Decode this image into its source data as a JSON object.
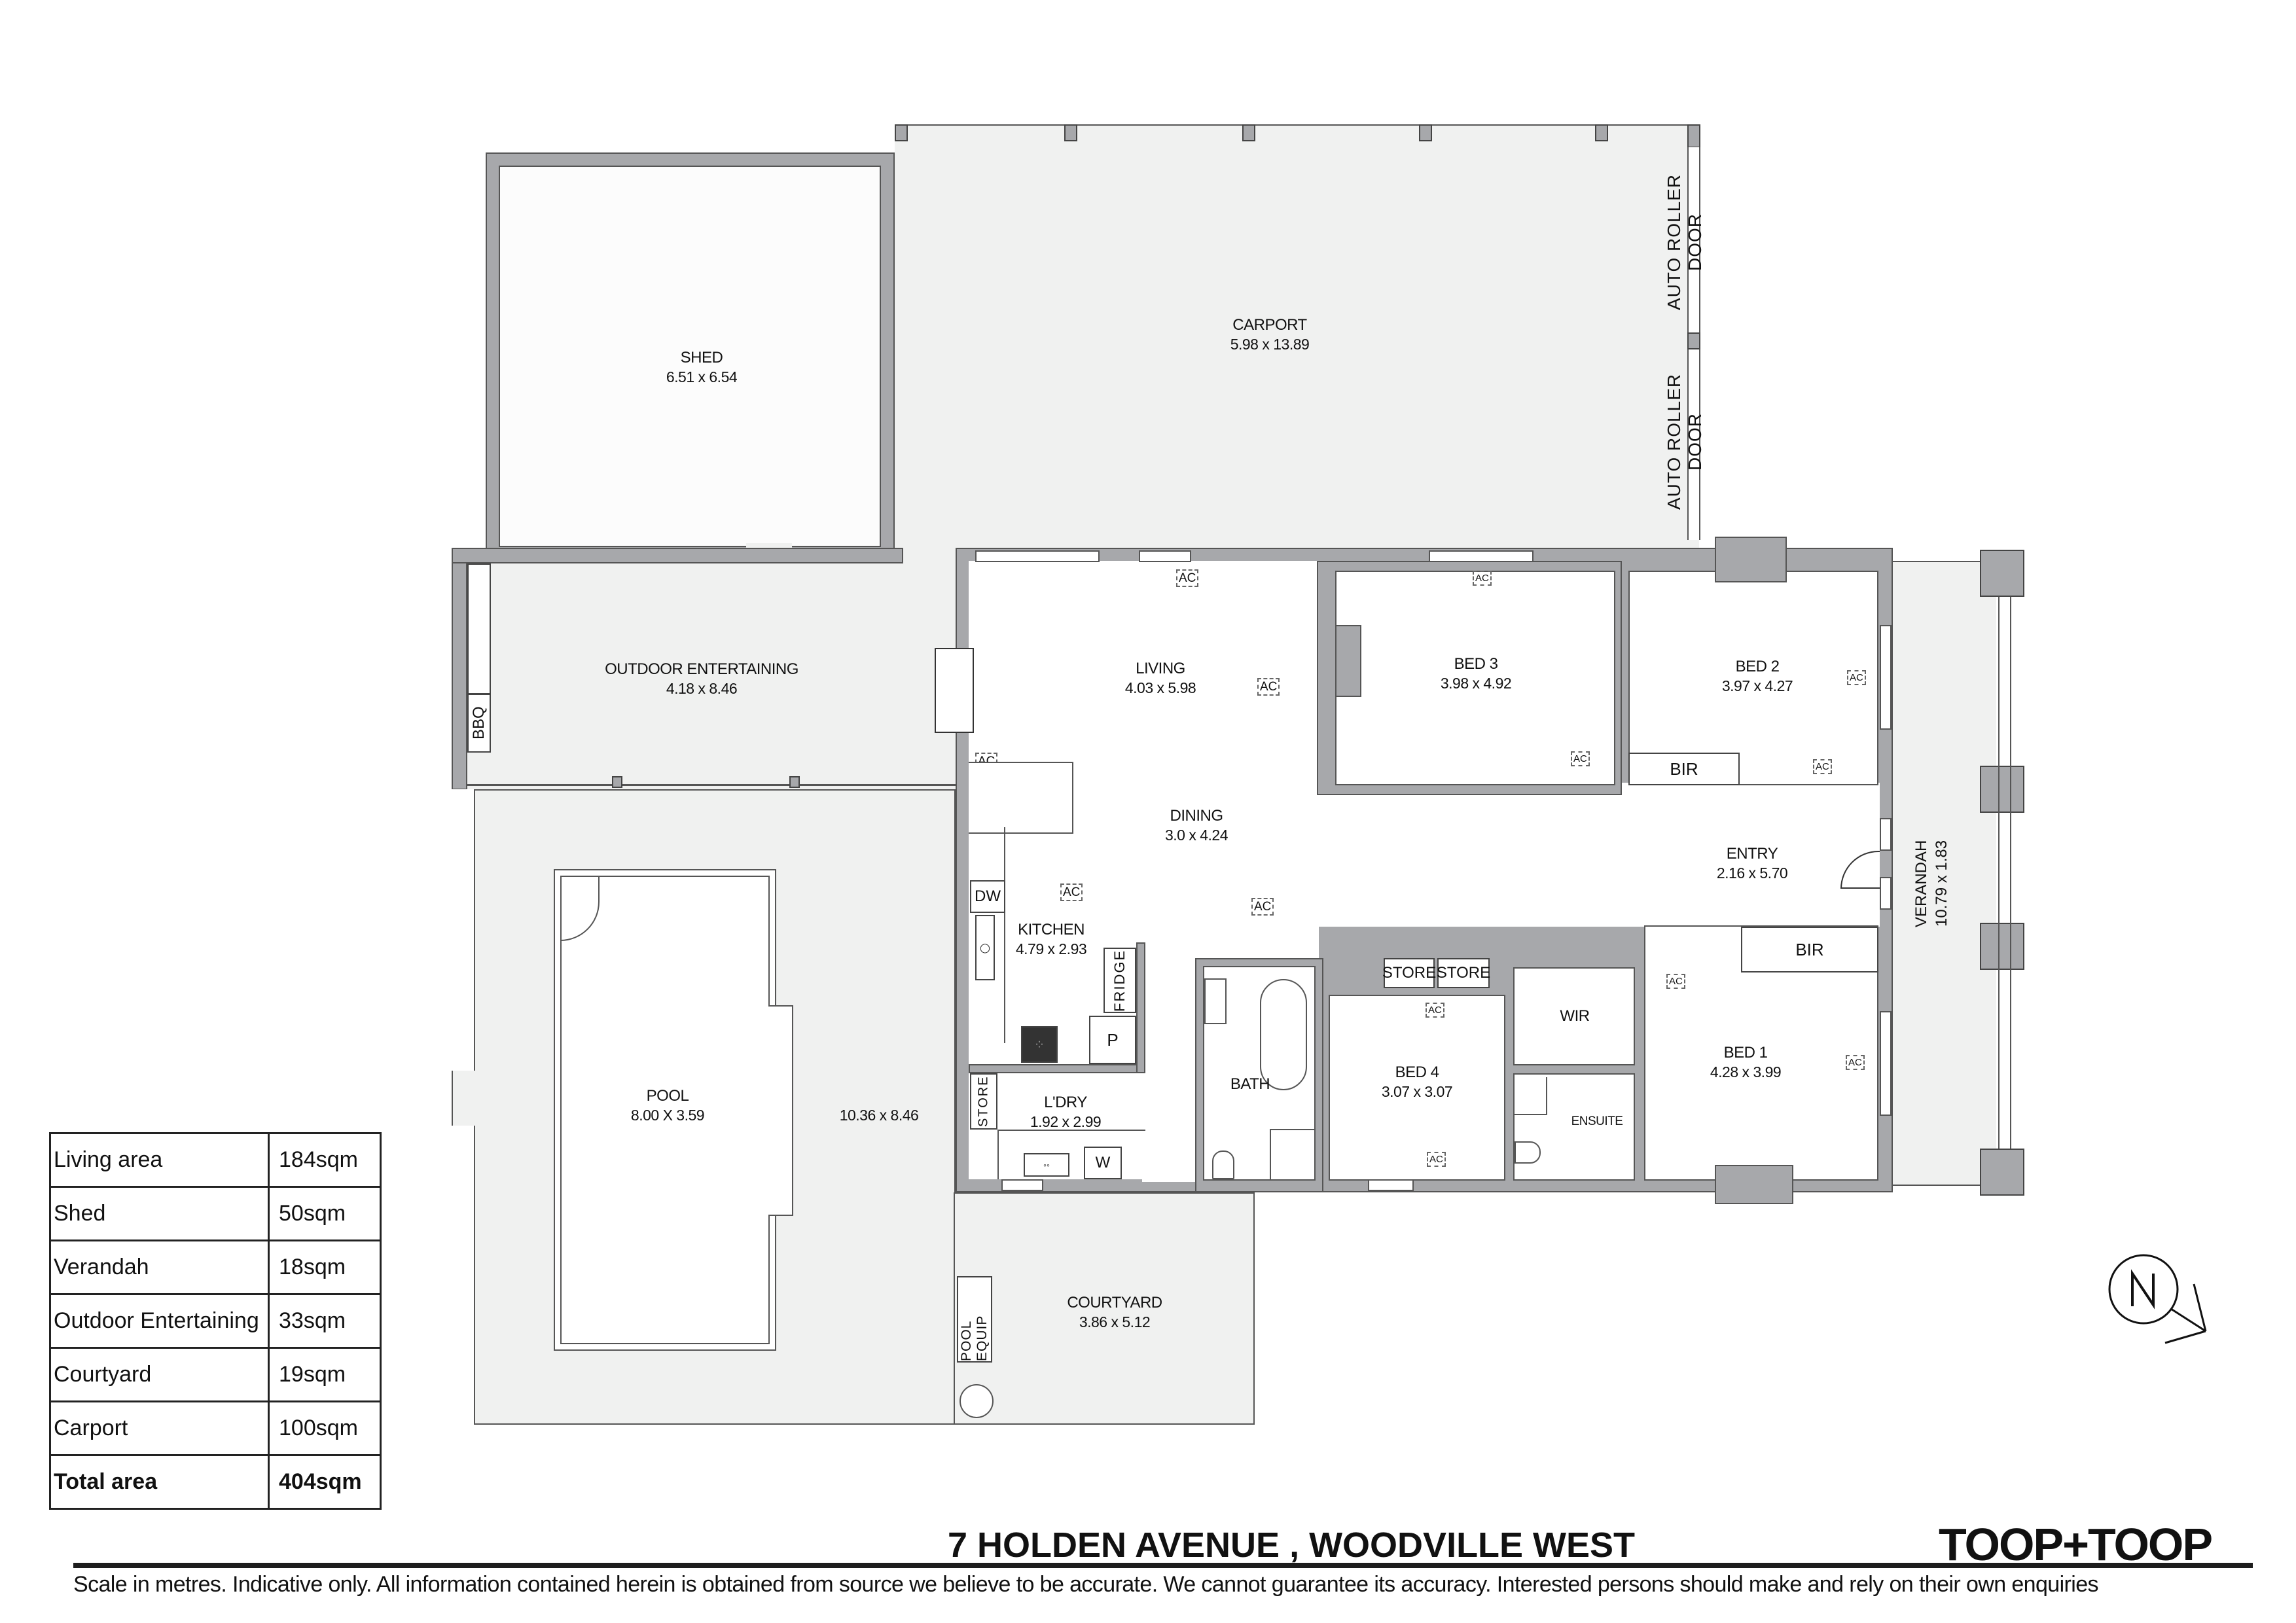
{
  "plan": {
    "address": "7 HOLDEN AVENUE , WOODVILLE WEST",
    "brand": "TOOP+TOOP",
    "disclaimer": "Scale in metres. Indicative only. All information contained herein is obtained from source we believe to be accurate. We cannot guarantee its accuracy. Interested persons should make and rely on their own enquiries",
    "compass_label": "N",
    "colors": {
      "wall": "#a7a8ab",
      "outdoor_floor": "#f0f1f0",
      "indoor_floor": "#ffffff",
      "line": "#555555"
    }
  },
  "rooms": {
    "shed": {
      "name": "SHED",
      "dims": "6.51 x 6.54"
    },
    "carport": {
      "name": "CARPORT",
      "dims": "5.98 x 13.89"
    },
    "outdoor": {
      "name": "OUTDOOR ENTERTAINING",
      "dims": "4.18 x 8.46"
    },
    "living": {
      "name": "LIVING",
      "dims": "4.03 x 5.98"
    },
    "bed3": {
      "name": "BED 3",
      "dims": "3.98 x 4.92"
    },
    "bed2": {
      "name": "BED 2",
      "dims": "3.97 x 4.27"
    },
    "dining": {
      "name": "DINING",
      "dims": "3.0 x 4.24"
    },
    "entry": {
      "name": "ENTRY",
      "dims": "2.16 x 5.70"
    },
    "kitchen": {
      "name": "KITCHEN",
      "dims": "4.79 x 2.93"
    },
    "bath": {
      "name": "BATH"
    },
    "bed4": {
      "name": "BED 4",
      "dims": "3.07 x 3.07"
    },
    "wir": {
      "name": "WIR"
    },
    "ensuite": {
      "name": "ENSUITE"
    },
    "bed1": {
      "name": "BED 1",
      "dims": "4.28 x 3.99"
    },
    "laundry": {
      "name": "L'DRY",
      "dims": "1.92 x 2.99"
    },
    "pool": {
      "name": "POOL",
      "dims": "8.00 X 3.59"
    },
    "pool_area": {
      "dims": "10.36 x 8.46"
    },
    "courtyard": {
      "name": "COURTYARD",
      "dims": "3.86 x 5.12"
    },
    "verandah": {
      "name": "VERANDAH",
      "dims": "10.79 x 1.83"
    }
  },
  "fixtures": {
    "auto_roller_door_1": "AUTO ROLLER DOOR",
    "auto_roller_door_2": "AUTO ROLLER DOOR",
    "bbq": "BBQ",
    "dw": "DW",
    "fridge": "FRIDGE",
    "pantry": "P",
    "store_laundry": "STORE",
    "washer": "W",
    "store_1": "STORE",
    "store_2": "STORE",
    "bir_bed2": "BIR",
    "bir_bed1": "BIR",
    "pool_equip": "POOL EQUIP",
    "ac": "AC"
  },
  "area_table": {
    "rows": [
      {
        "label": "Living area",
        "value": "184sqm"
      },
      {
        "label": "Shed",
        "value": "50sqm"
      },
      {
        "label": "Verandah",
        "value": "18sqm"
      },
      {
        "label": "Outdoor Entertaining",
        "value": "33sqm"
      },
      {
        "label": "Courtyard",
        "value": "19sqm"
      },
      {
        "label": "Carport",
        "value": "100sqm"
      }
    ],
    "total": {
      "label": "Total area",
      "value": "404sqm"
    }
  }
}
